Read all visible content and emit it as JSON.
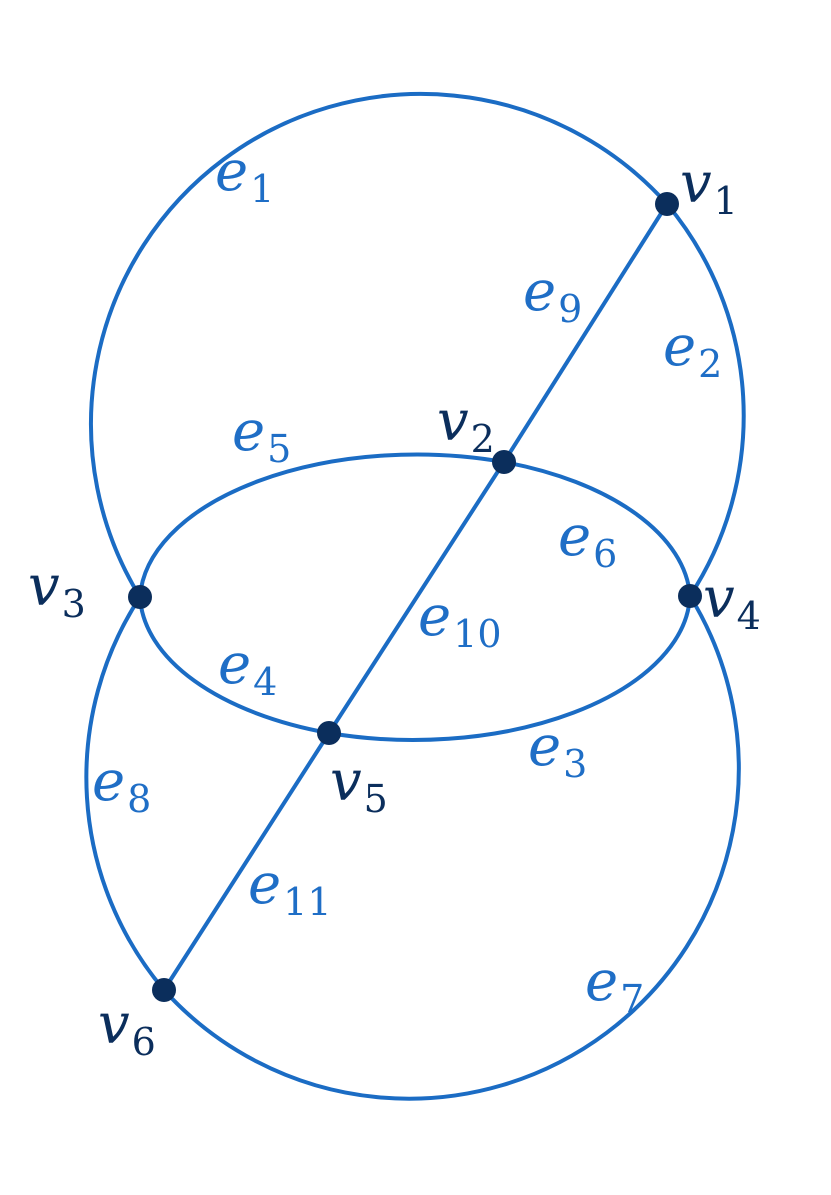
{
  "colors": {
    "edge": "#1b6cc4",
    "edge_label": "#1f6ec6",
    "vertex": "#0b2e5c",
    "vertex_label": "#0b2e5c",
    "background": "#ffffff"
  },
  "vertices": [
    {
      "id": "v1",
      "base": "v",
      "sub": "1"
    },
    {
      "id": "v2",
      "base": "v",
      "sub": "2"
    },
    {
      "id": "v3",
      "base": "v",
      "sub": "3"
    },
    {
      "id": "v4",
      "base": "v",
      "sub": "4"
    },
    {
      "id": "v5",
      "base": "v",
      "sub": "5"
    },
    {
      "id": "v6",
      "base": "v",
      "sub": "6"
    }
  ],
  "edges": [
    {
      "id": "e1",
      "base": "e",
      "sub": "1",
      "from": "v1",
      "to": "v3"
    },
    {
      "id": "e2",
      "base": "e",
      "sub": "2",
      "from": "v1",
      "to": "v4"
    },
    {
      "id": "e3",
      "base": "e",
      "sub": "3",
      "from": "v5",
      "to": "v4"
    },
    {
      "id": "e4",
      "base": "e",
      "sub": "4",
      "from": "v3",
      "to": "v5"
    },
    {
      "id": "e5",
      "base": "e",
      "sub": "5",
      "from": "v3",
      "to": "v2"
    },
    {
      "id": "e6",
      "base": "e",
      "sub": "6",
      "from": "v2",
      "to": "v4"
    },
    {
      "id": "e7",
      "base": "e",
      "sub": "7",
      "from": "v4",
      "to": "v6"
    },
    {
      "id": "e8",
      "base": "e",
      "sub": "8",
      "from": "v3",
      "to": "v6"
    },
    {
      "id": "e9",
      "base": "e",
      "sub": "9",
      "from": "v1",
      "to": "v2"
    },
    {
      "id": "e10",
      "base": "e",
      "sub": "10",
      "from": "v2",
      "to": "v5"
    },
    {
      "id": "e11",
      "base": "e",
      "sub": "11",
      "from": "v5",
      "to": "v6"
    }
  ]
}
